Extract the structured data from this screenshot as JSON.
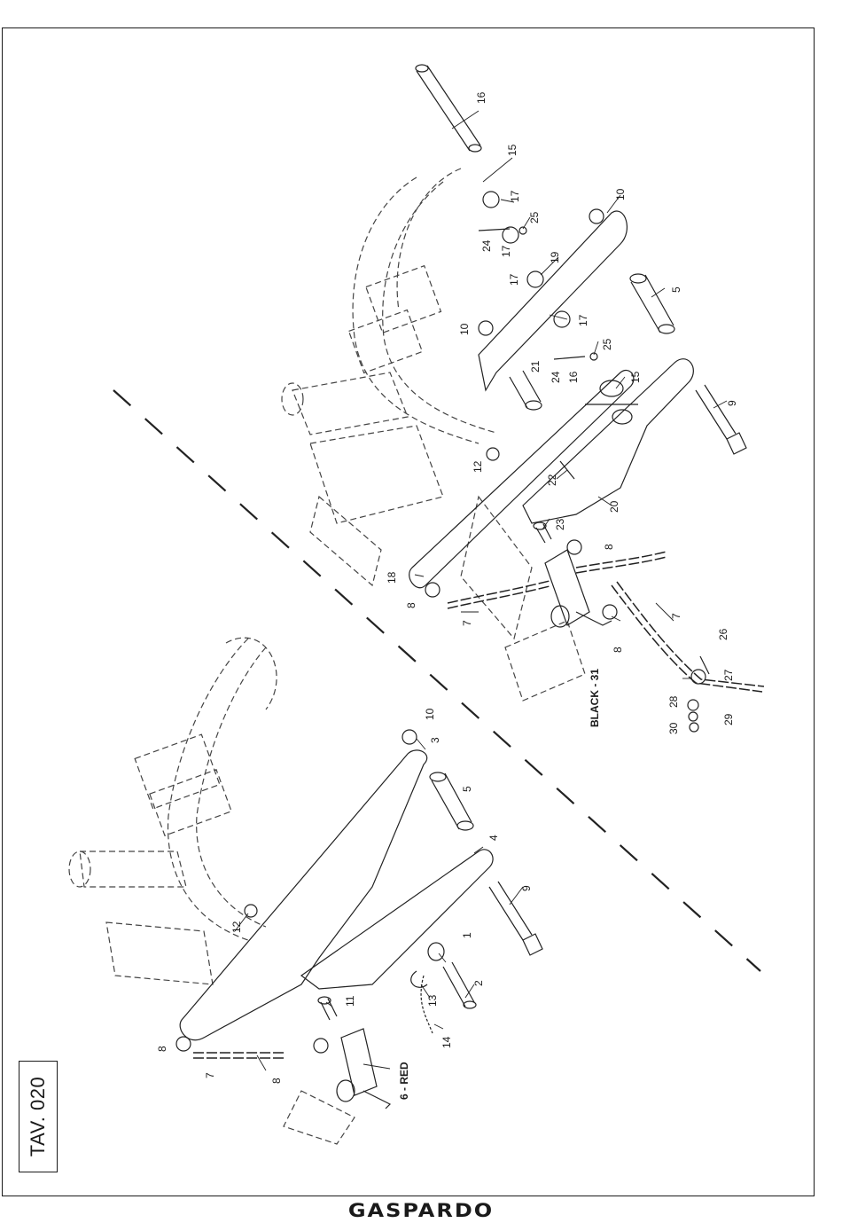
{
  "sheet": {
    "table_code": "TAV. 020",
    "brand": "GASPARDO"
  },
  "color_notes": {
    "red_label": "6 - RED",
    "black_label": "BLACK - 31"
  },
  "callouts": {
    "c1": "1",
    "c2": "2",
    "c3": "3",
    "c4": "4",
    "c5a": "5",
    "c5b": "5",
    "c7a": "7",
    "c7b": "7",
    "c7c": "7",
    "c8a": "8",
    "c8b": "8",
    "c8c": "8",
    "c8d": "8",
    "c8e": "8",
    "c9a": "9",
    "c9b": "9",
    "c10a": "10",
    "c10b": "10",
    "c10c": "10",
    "c11": "11",
    "c12a": "12",
    "c12b": "12",
    "c13": "13",
    "c14": "14",
    "c15a": "15",
    "c15b": "15",
    "c16a": "16",
    "c16b": "16",
    "c17a": "17",
    "c17b": "17",
    "c17c": "17",
    "c17d": "17",
    "c18": "18",
    "c19": "19",
    "c20": "20",
    "c21": "21",
    "c22": "22",
    "c23": "23",
    "c24a": "24",
    "c24b": "24",
    "c25a": "25",
    "c25b": "25",
    "c26": "26",
    "c27": "27",
    "c28": "28",
    "c29": "29",
    "c30": "30"
  }
}
